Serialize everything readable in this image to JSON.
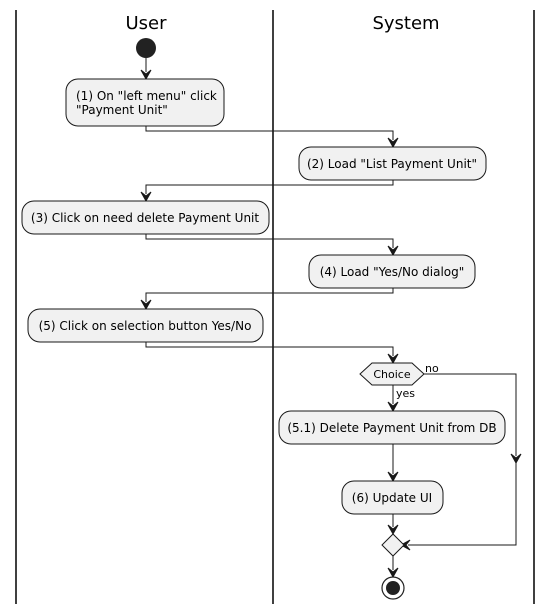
{
  "lanes": {
    "user": {
      "title": "User"
    },
    "system": {
      "title": "System"
    }
  },
  "nodes": {
    "step1": {
      "line1": "(1) On \"left menu\" click",
      "line2": "\"Payment Unit\""
    },
    "step2": {
      "label": "(2) Load \"List Payment Unit\""
    },
    "step3": {
      "label": "(3) Click on need delete Payment Unit"
    },
    "step4": {
      "label": "(4) Load \"Yes/No dialog\""
    },
    "step5": {
      "label": "(5) Click on selection button Yes/No"
    },
    "decision": {
      "label": "Choice",
      "yes_label": "yes",
      "no_label": "no"
    },
    "step5_1": {
      "label": "(5.1) Delete Payment Unit from DB"
    },
    "step6": {
      "label": "(6) Update UI"
    }
  },
  "colors": {
    "node_fill": "#f1f1f1",
    "node_stroke": "#181818",
    "start_end_fill": "#222222",
    "background": "#ffffff"
  }
}
